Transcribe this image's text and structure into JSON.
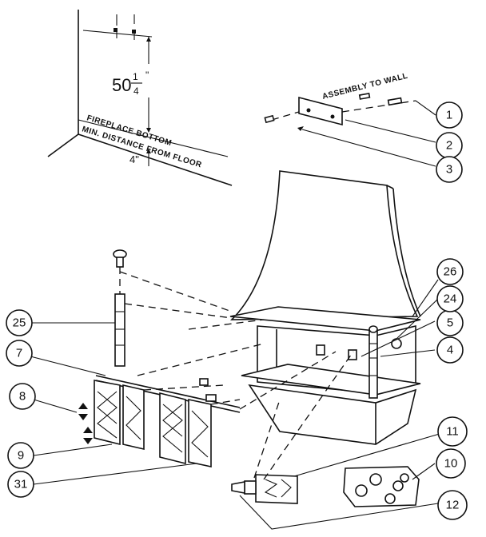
{
  "annotations": {
    "dimension_height": "50",
    "dimension_height_fraction_num": "1",
    "dimension_height_fraction_den": "4",
    "dimension_height_unit": "\"",
    "fireplace_bottom": "FIREPLACE BOTTOM",
    "min_distance": "MIN. DISTANCE FROM FLOOR",
    "dimension_min": "4\"",
    "assembly_to_wall": "ASSEMBLY TO WALL"
  },
  "callouts": [
    "1",
    "2",
    "3",
    "4",
    "5",
    "7",
    "8",
    "9",
    "10",
    "11",
    "12",
    "24",
    "25",
    "26",
    "31"
  ]
}
